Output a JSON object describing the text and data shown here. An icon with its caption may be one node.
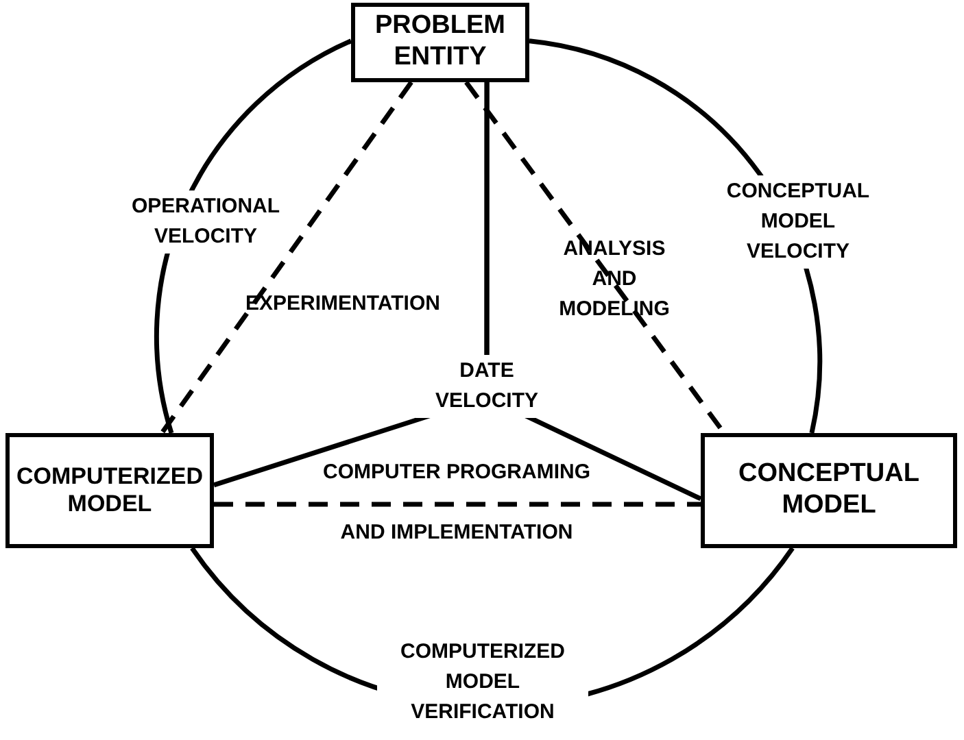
{
  "diagram": {
    "nodes": [
      {
        "text": [
          "PROBLEM ENTITY"
        ]
      },
      {
        "text": [
          "COMPUTERIZED MODEL"
        ]
      },
      {
        "text": [
          "CONCEPTUAL MODEL"
        ]
      }
    ],
    "edges": [
      {
        "from": 0,
        "to": 1,
        "arrow": "none",
        "label": "OPERATIONAL VELOCITY"
      },
      {
        "from": 0,
        "to": 2,
        "arrow": "none",
        "label": "CONCEPTUAL MODEL VELOCITY"
      },
      {
        "from": 1,
        "to": 2,
        "arrow": "none",
        "label": "COMPUTERIZED MODEL VERIFICATION"
      },
      {
        "from": 0,
        "to": 1,
        "arrow": "none",
        "style": "dashed",
        "label": "EXPERIMENTATION"
      },
      {
        "from": 0,
        "to": 2,
        "arrow": "none",
        "style": "dashed",
        "label": "ANALYSIS AND MODELING"
      },
      {
        "from": 1,
        "to": 2,
        "arrow": "none",
        "style": "dashed",
        "label": "COMPUTER PROGRAMING AND IMPLEMENTATION"
      },
      {
        "from": 0,
        "to": 1,
        "arrow": "none",
        "label": "DATE VELOCITY"
      },
      {
        "from": 0,
        "to": 2,
        "arrow": "none"
      }
    ]
  }
}
